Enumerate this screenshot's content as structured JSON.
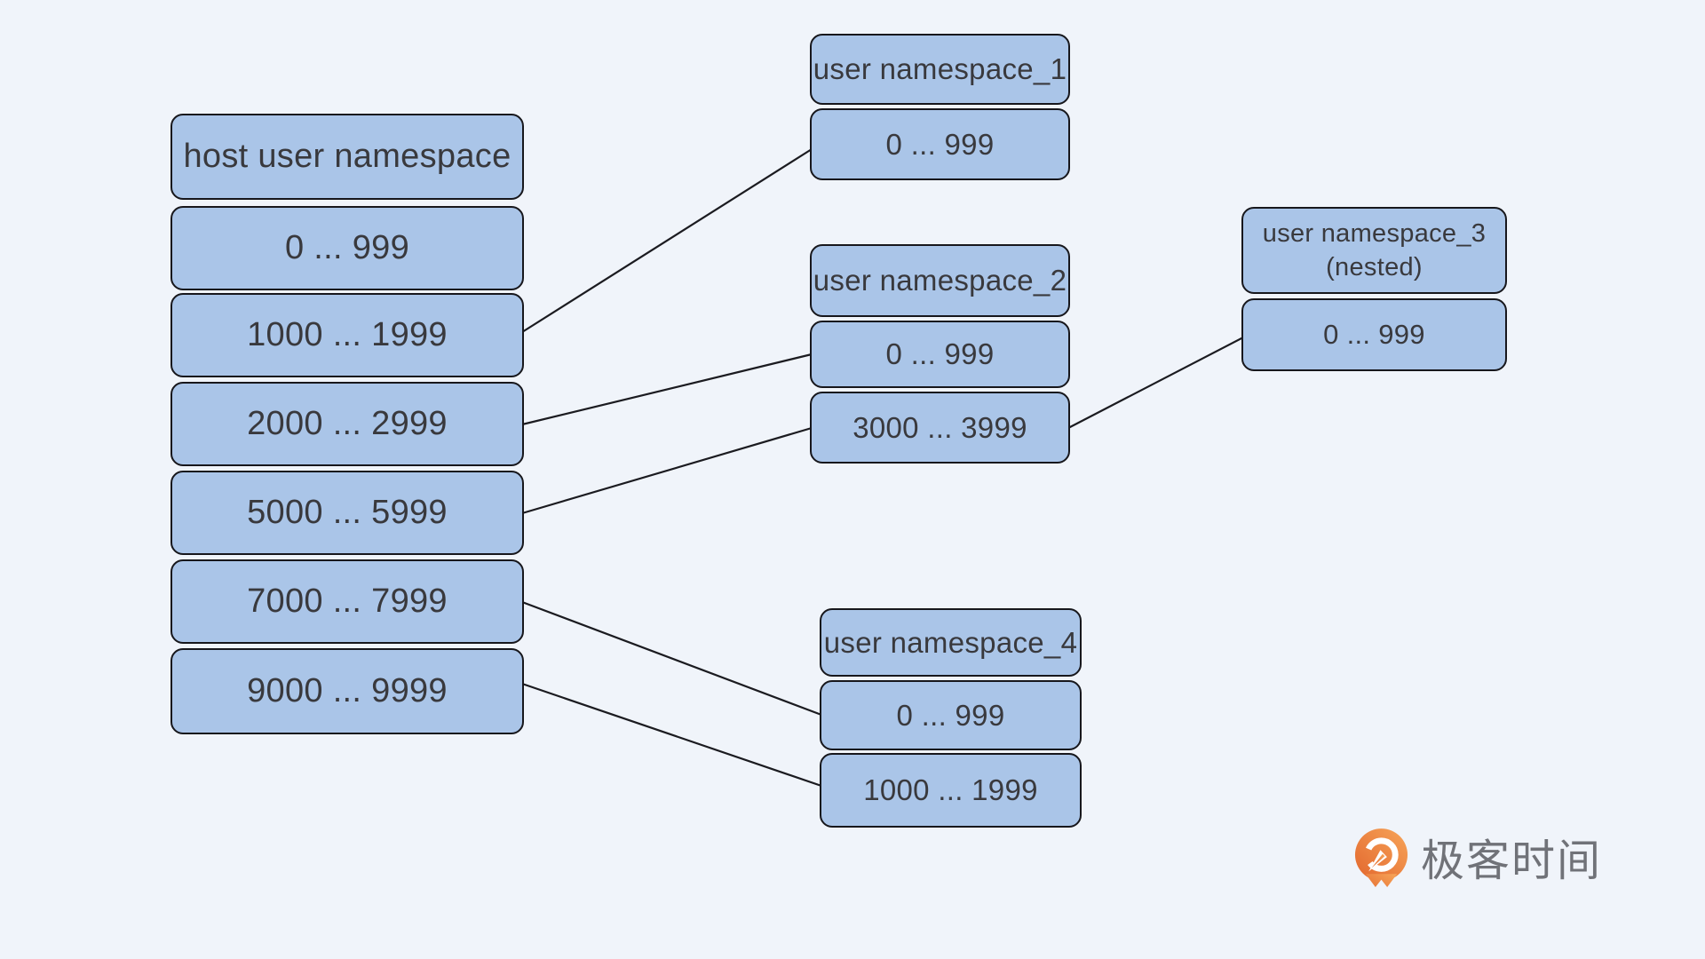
{
  "host": {
    "title": "host user namespace",
    "rows": [
      "0 ... 999",
      "1000 ... 1999",
      "2000 ... 2999",
      "5000 ... 5999",
      "7000 ... 7999",
      "9000 ... 9999"
    ]
  },
  "ns1": {
    "title": "user namespace_1",
    "rows": [
      "0 ... 999"
    ]
  },
  "ns2": {
    "title": "user namespace_2",
    "rows": [
      "0 ... 999",
      "3000 ... 3999"
    ]
  },
  "ns3": {
    "title": "user namespace_3",
    "subtitle": "(nested)",
    "rows": [
      "0 ... 999"
    ]
  },
  "ns4": {
    "title": "user namespace_4",
    "rows": [
      "0 ... 999",
      "1000 ... 1999"
    ]
  },
  "connections": [
    {
      "from": "host user namespace: 1000 ... 1999",
      "to": "user namespace_1: 0 ... 999"
    },
    {
      "from": "host user namespace: 2000 ... 2999",
      "to": "user namespace_2: 0 ... 999"
    },
    {
      "from": "host user namespace: 5000 ... 5999",
      "to": "user namespace_2: 3000 ... 3999"
    },
    {
      "from": "user namespace_2: 3000 ... 3999",
      "to": "user namespace_3 (nested): 0 ... 999"
    },
    {
      "from": "host user namespace: 7000 ... 7999",
      "to": "user namespace_4: 0 ... 999"
    },
    {
      "from": "host user namespace: 9000 ... 9999",
      "to": "user namespace_4: 1000 ... 1999"
    }
  ],
  "branding": {
    "logo_text": "极客时间"
  },
  "colors": {
    "background": "#f0f4fa",
    "box_fill": "#aac5e8",
    "box_border": "#17171c",
    "box_text": "#39393d",
    "connector_line": "#1b1b20",
    "logo_orange_light": "#f7a559",
    "logo_orange_dark": "#e2662d",
    "logo_text_gray": "#707278"
  }
}
